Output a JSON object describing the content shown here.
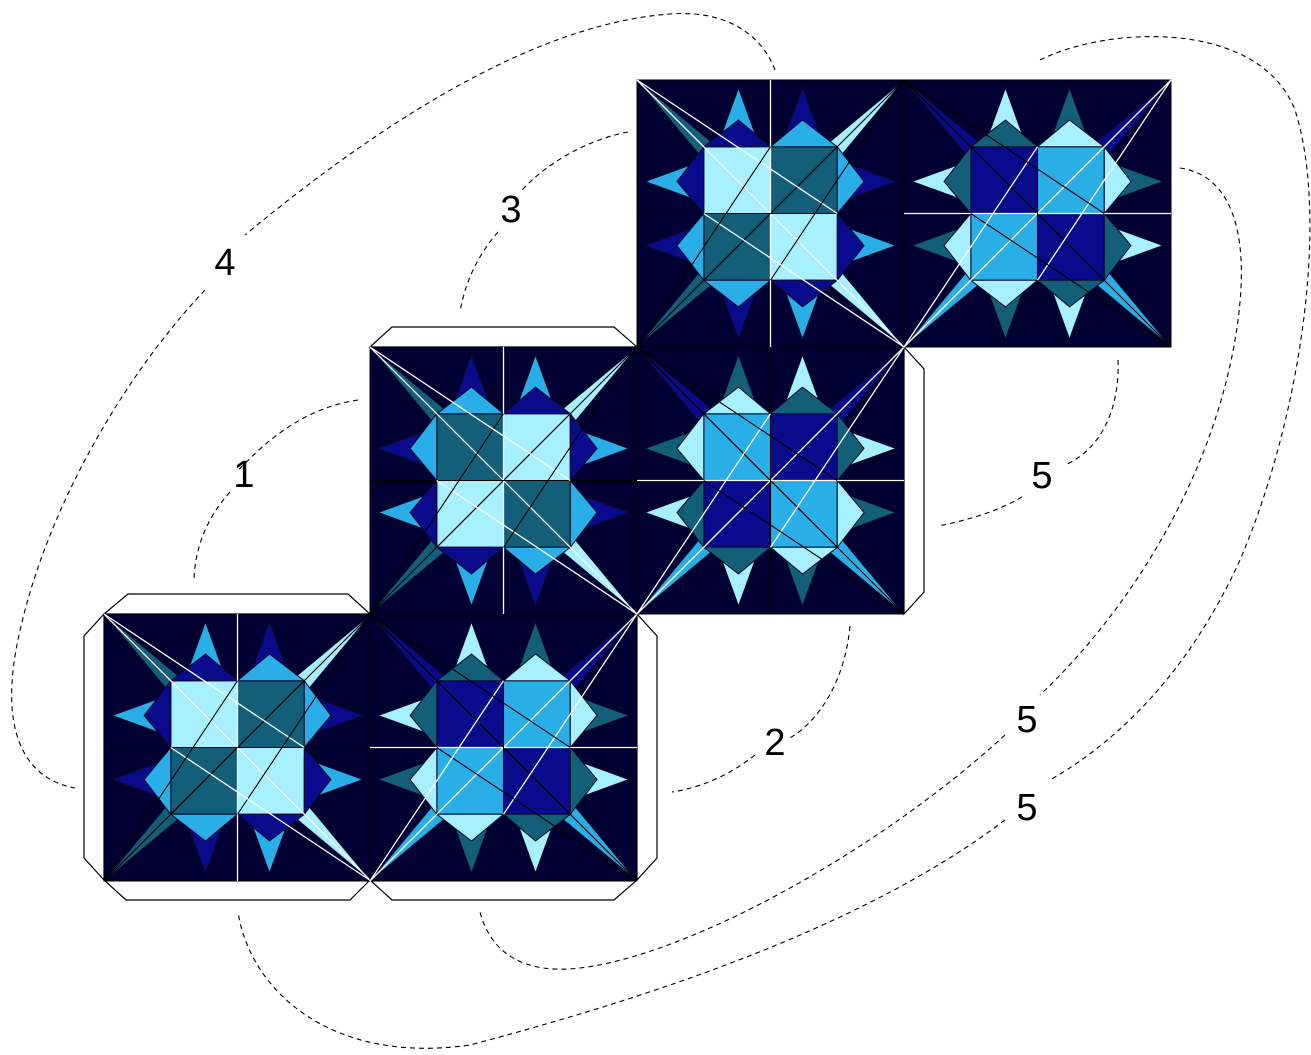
{
  "diagram": {
    "labels": [
      "1",
      "2",
      "3",
      "4",
      "5",
      "5",
      "5"
    ],
    "colors": {
      "background": "#000033",
      "light_cyan": "#a6f0ff",
      "sky_blue": "#2aaee8",
      "teal": "#135f7a",
      "royal_blue": "#0a0a8c",
      "tab_fill": "#ffffff",
      "outline": "#000000"
    },
    "faces": [
      {
        "name": "face-bottom-left"
      },
      {
        "name": "face-bottom-middle"
      },
      {
        "name": "face-center"
      },
      {
        "name": "face-middle-right"
      },
      {
        "name": "face-top-left"
      },
      {
        "name": "face-top-right"
      }
    ]
  }
}
